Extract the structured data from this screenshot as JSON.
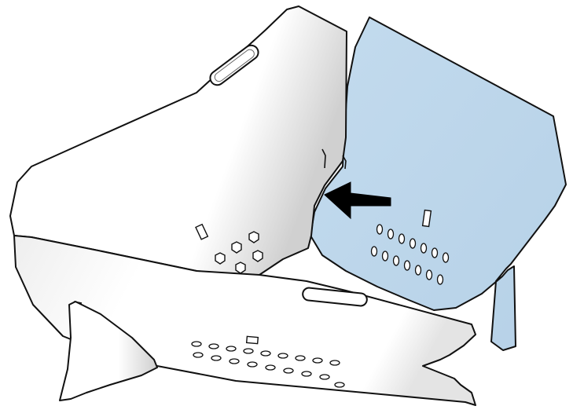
{
  "figure": {
    "description_type": "assembly-illustration",
    "parts": [
      {
        "id": "rear-panel",
        "color": "#ffffff"
      },
      {
        "id": "side-panel",
        "color": "#bcd6ea"
      },
      {
        "id": "front-panel",
        "color": "#ffffff"
      }
    ],
    "arrow": {
      "color": "#000000",
      "direction": "left"
    },
    "outline_color": "#111111"
  }
}
